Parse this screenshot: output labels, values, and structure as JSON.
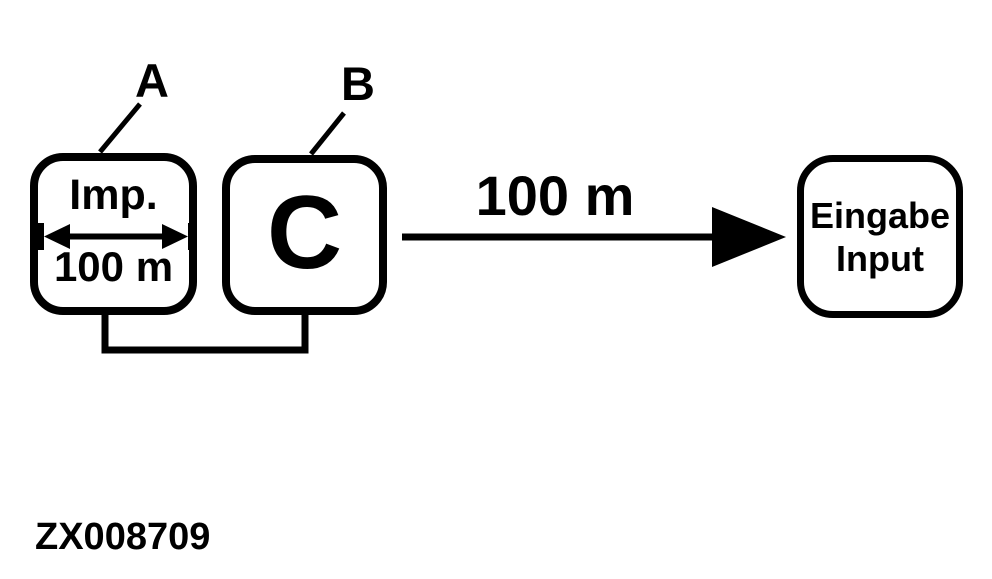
{
  "diagram": {
    "callouts": {
      "a": "A",
      "b": "B"
    },
    "box_a": {
      "top_text": "Imp.",
      "bottom_text": "100 m"
    },
    "box_b": {
      "text": "C"
    },
    "flow_arrow": {
      "label": "100 m"
    },
    "input_box": {
      "line1": "Eingabe",
      "line2": "Input"
    },
    "figure_code": "ZX008709",
    "colors": {
      "ink": "#000000",
      "background": "#ffffff"
    }
  }
}
